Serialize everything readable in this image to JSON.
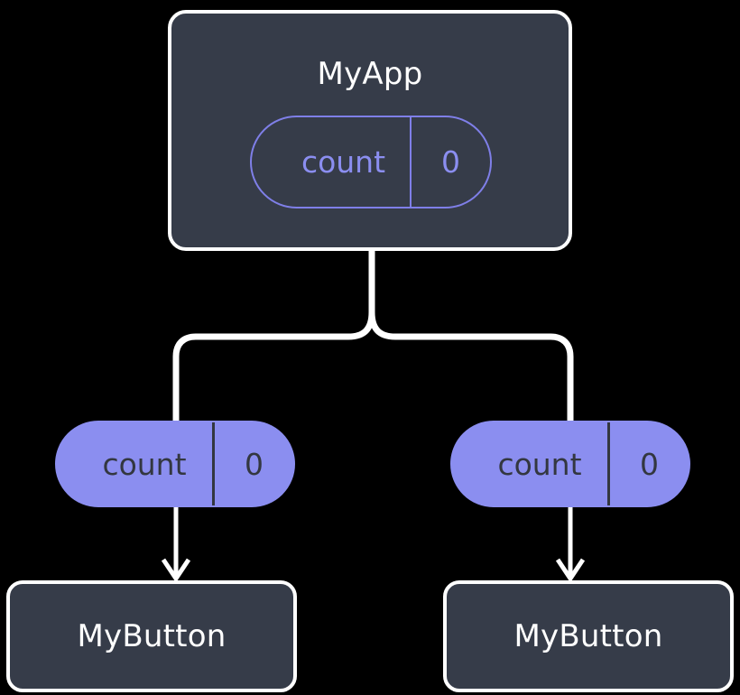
{
  "diagram": {
    "title_text": "MyApp",
    "background_color": "#000000",
    "box_fill_color": "#363c49",
    "box_border_color": "#ffffff",
    "accent_color": "#8b8ef0",
    "pill_text_dark_color": "#333740",
    "wire_color": "#ffffff"
  },
  "root": {
    "component_label": "MyApp",
    "state": {
      "key": "count",
      "value": "0"
    }
  },
  "branches": [
    {
      "id": "left",
      "state": {
        "key": "count",
        "value": "0"
      },
      "component_label": "MyButton"
    },
    {
      "id": "right",
      "state": {
        "key": "count",
        "value": "0"
      },
      "component_label": "MyButton"
    }
  ]
}
